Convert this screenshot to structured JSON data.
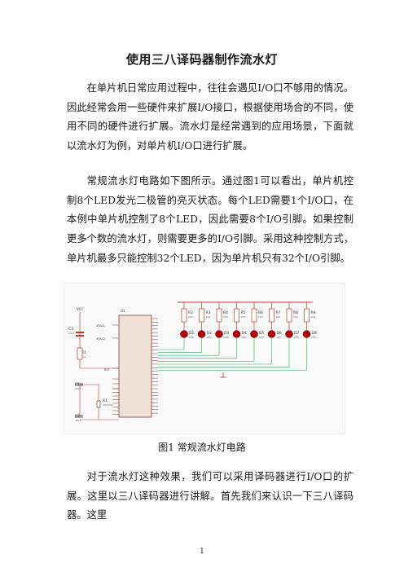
{
  "document": {
    "title": "使用三八译码器制作流水灯",
    "paragraphs": [
      "在单片机日常应用过程中，往往会遇见I/O口不够用的情况。因此经常会用一些硬件来扩展I/O接口，根据使用场合的不同，使用不同的硬件进行扩展。流水灯是经常遇到的应用场景，下面就以流水灯为例，对单片机I/O口进行扩展。",
      "常规流水灯电路如下图所示。通过图1可以看出，单片机控制8个LED发光二极管的亮灭状态。每个LED需要1个I/O口，在本例中单片机控制了8个LED，因此需要8个I/O引脚。如果控制更多个数的流水灯，则需要更多的I/O引脚。采用这种控制方式，单片机最多只能控制32个LED，因为单片机只有32个I/O引脚。",
      "对于流水灯这种效果，我们可以采用译码器进行I/O口的扩展。这里以三八译码器进行讲解。首先我们来认识一下三八译码器。这里"
    ],
    "figure_caption": "图1  常规流水灯电路",
    "page_number": "1"
  },
  "schematic": {
    "mcu_ref": "U1",
    "resistors": [
      "R2",
      "R3",
      "R4",
      "R5",
      "R6",
      "R7",
      "R8",
      "R9"
    ],
    "resistor_value": "200",
    "leds": [
      "D1",
      "D2",
      "D3",
      "D4",
      "D5",
      "D6",
      "D7",
      "D8"
    ],
    "led_value": "LED",
    "c1": "C1",
    "c1_value": "30pF",
    "c2": "C2",
    "c2_value": "30pF",
    "c3": "C3",
    "c3_value": "10uF",
    "r1": "R1",
    "r1_value": "10k",
    "crystal": "X1",
    "crystal_value": "CRYSTAL",
    "vcc": "VCC",
    "xtal1": "XTAL1",
    "xtal2": "XTAL2",
    "rst": "RST"
  }
}
